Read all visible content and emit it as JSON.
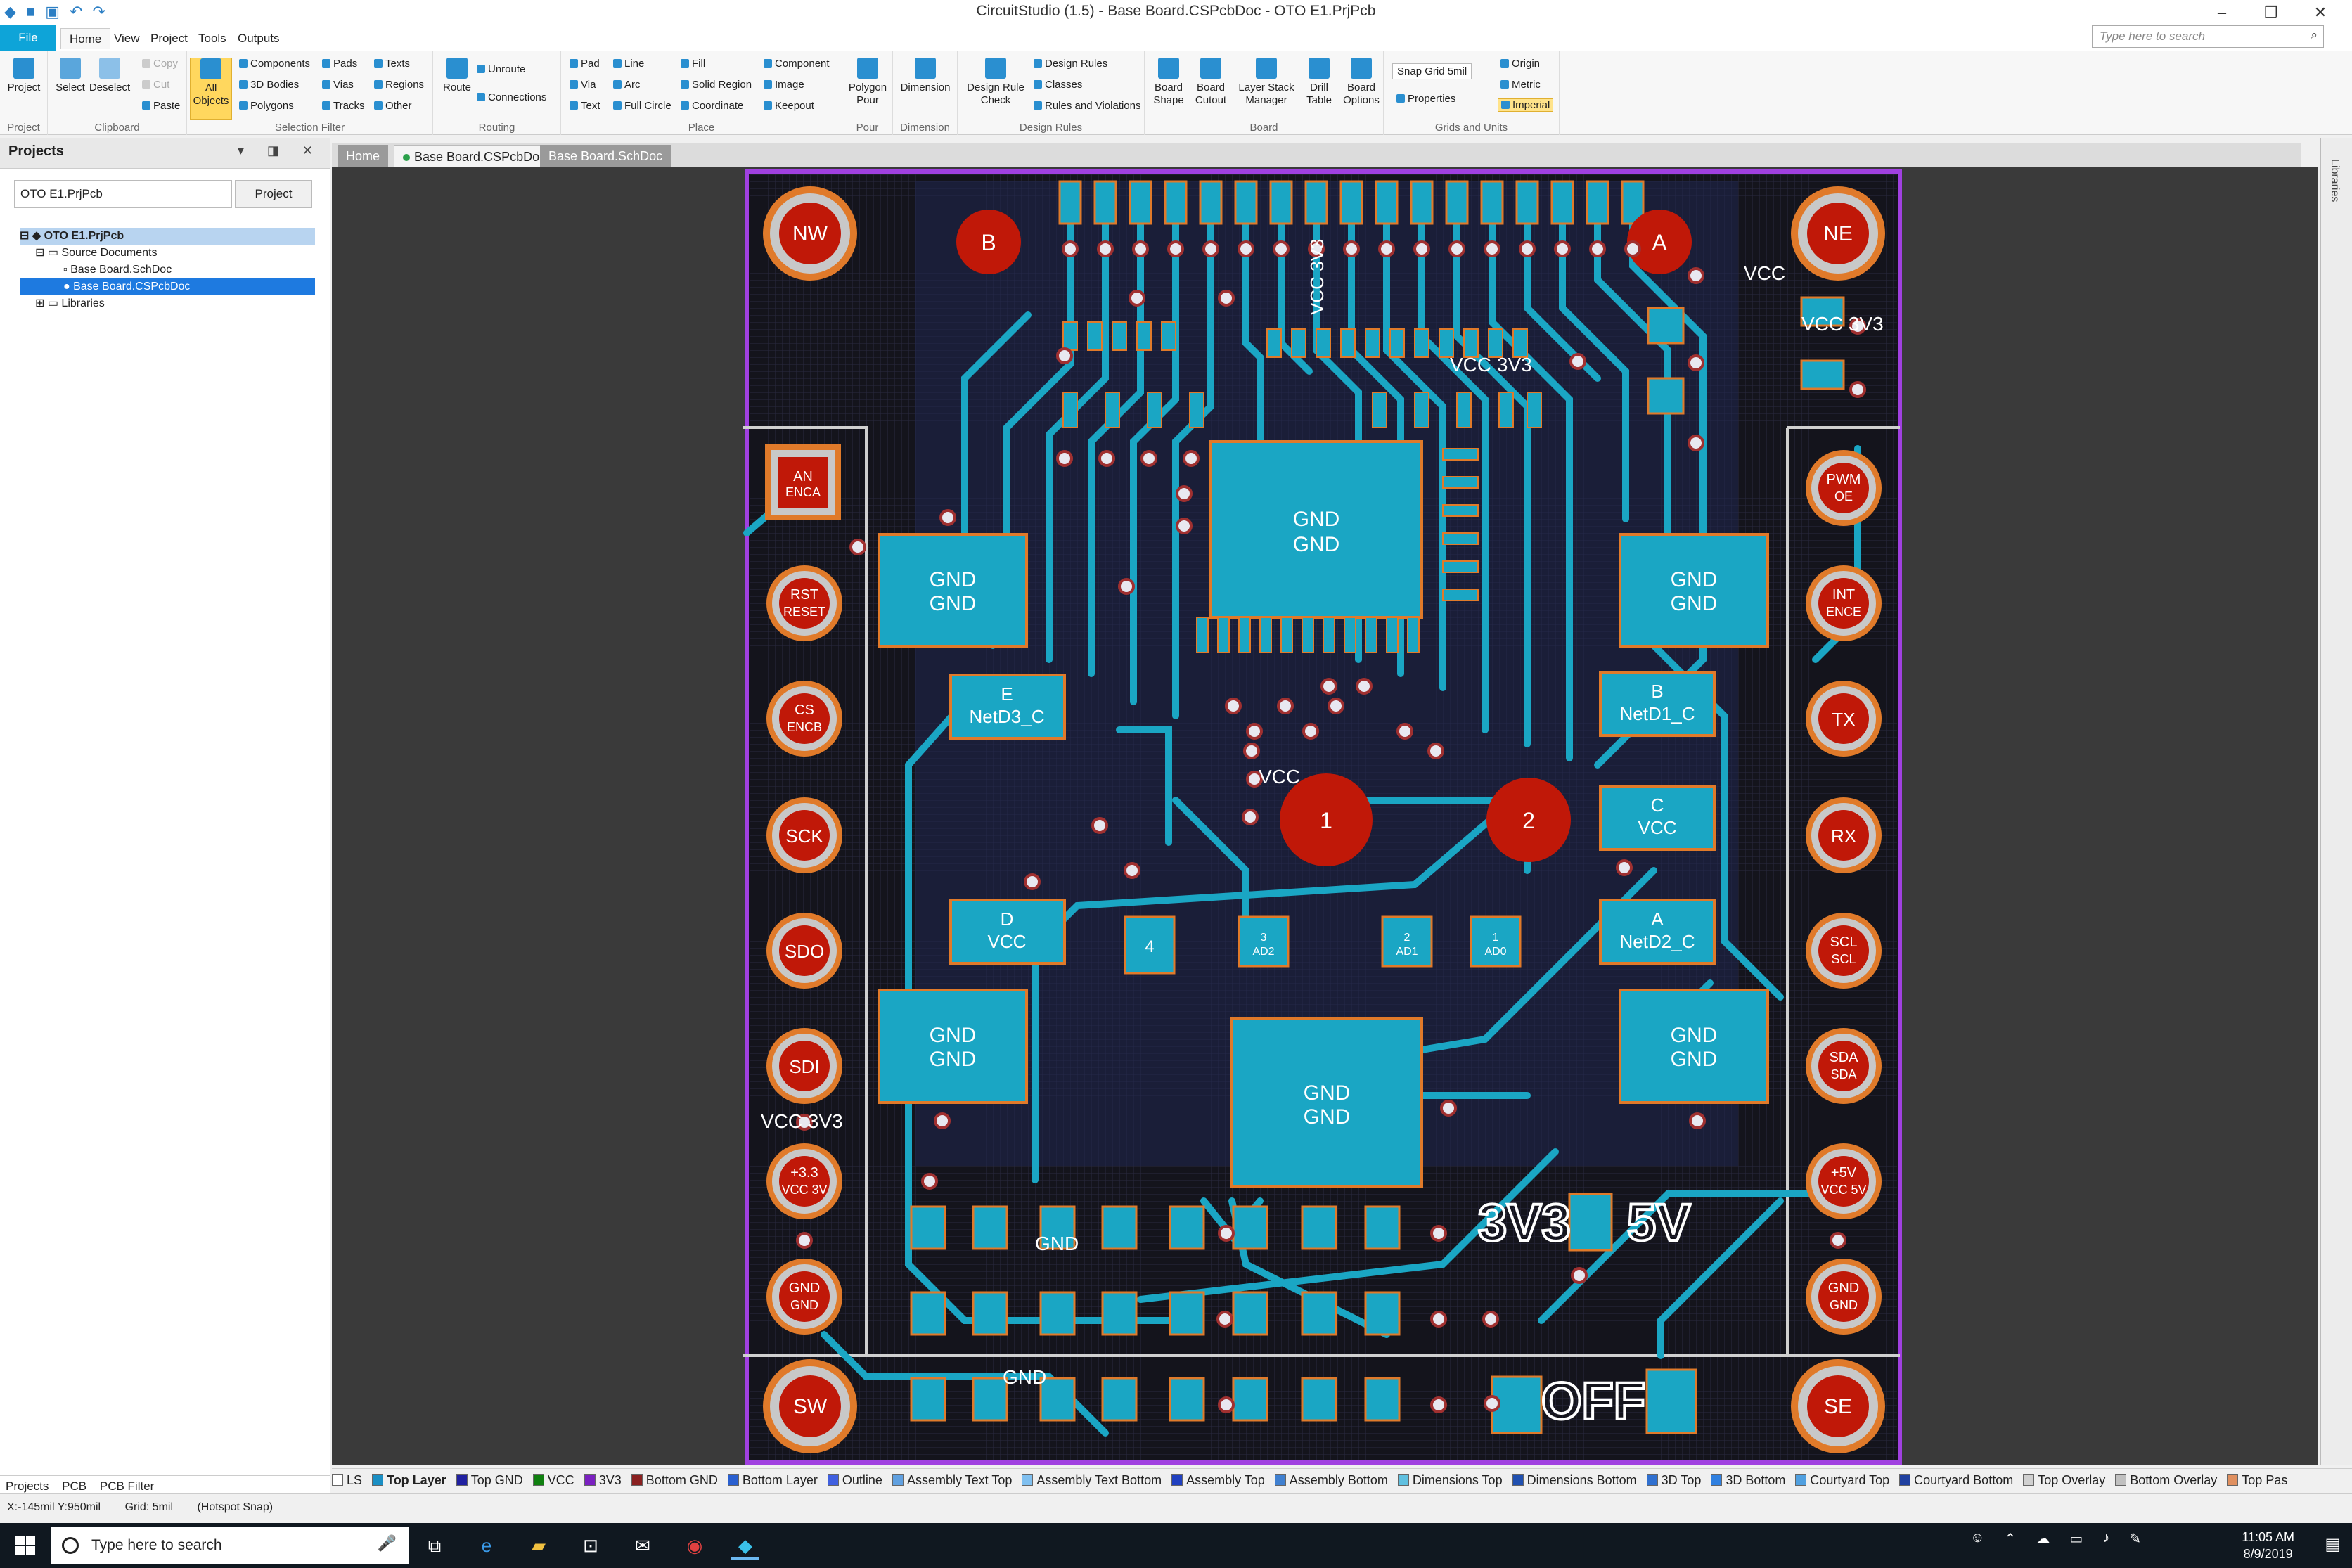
{
  "window": {
    "title": "CircuitStudio (1.5) - Base Board.CSPcbDoc - OTO E1.PrjPcb",
    "minimize": "–",
    "restore": "❐",
    "close": "✕"
  },
  "ribbon_tabs": [
    "File",
    "Home",
    "View",
    "Project",
    "Tools",
    "Outputs"
  ],
  "search": {
    "placeholder": "Type here to search"
  },
  "ribbon": {
    "project": {
      "label": "Project",
      "group": "Project"
    },
    "clipboard": {
      "select": "Select",
      "deselect": "Deselect",
      "copy": "Copy",
      "cut": "Cut",
      "paste": "Paste",
      "group": "Clipboard"
    },
    "selection_filter": {
      "all_objects": "All Objects",
      "components": "Components",
      "bodies": "3D Bodies",
      "polygons": "Polygons",
      "pads": "Pads",
      "vias": "Vias",
      "tracks": "Tracks",
      "texts": "Texts",
      "regions": "Regions",
      "other": "Other",
      "group": "Selection Filter"
    },
    "routing": {
      "route": "Route",
      "unroute": "Unroute",
      "connections": "Connections",
      "group": "Routing"
    },
    "place": {
      "pad": "Pad",
      "via": "Via",
      "text": "Text",
      "line": "Line",
      "arc": "Arc",
      "full_circle": "Full Circle",
      "fill": "Fill",
      "solid_region": "Solid Region",
      "coordinate": "Coordinate",
      "component": "Component",
      "image": "Image",
      "keepout": "Keepout",
      "group": "Place"
    },
    "pour": {
      "polygon_pour": "Polygon Pour",
      "group": "Pour"
    },
    "dimension": {
      "dimension": "Dimension",
      "group": "Dimension"
    },
    "design_rules": {
      "drc": "Design Rule Check",
      "rules": "Design Rules",
      "classes": "Classes",
      "violations": "Rules and Violations",
      "group": "Design Rules"
    },
    "board": {
      "shape": "Board Shape",
      "cutout": "Board Cutout",
      "stack": "Layer Stack Manager",
      "drill": "Drill Table",
      "options": "Board Options",
      "group": "Board"
    },
    "grids": {
      "snap": "Snap Grid 5mil",
      "properties": "Properties",
      "origin": "Origin",
      "metric": "Metric",
      "imperial": "Imperial",
      "group": "Grids and Units"
    }
  },
  "projects_panel": {
    "title": "Projects",
    "controls": "▾ ◨ ✕",
    "project_field": "OTO E1.PrjPcb",
    "project_button": "Project",
    "tree": {
      "root": "OTO E1.PrjPcb",
      "source": "Source Documents",
      "sch": "Base Board.SchDoc",
      "pcb": "Base Board.CSPcbDoc",
      "libs": "Libraries"
    },
    "bottom_tabs": [
      "Projects",
      "PCB",
      "PCB Filter"
    ]
  },
  "doc_tabs": [
    "Home",
    "Base Board.CSPcbDoc",
    "Base Board.SchDoc"
  ],
  "side_strip": "Libraries",
  "pcb": {
    "corner_pads": [
      "NW",
      "NE",
      "SW",
      "SE"
    ],
    "fiducials": [
      "B",
      "A",
      "1",
      "2"
    ],
    "left_pins": [
      [
        "AN",
        "ENCA"
      ],
      [
        "RST",
        "RESET"
      ],
      [
        "CS",
        "ENCB"
      ],
      [
        "SCK",
        ""
      ],
      [
        "SDO",
        ""
      ],
      [
        "SDI",
        ""
      ],
      [
        "+3.3",
        "VCC 3V"
      ],
      [
        "GND",
        "GND"
      ]
    ],
    "right_pins": [
      [
        "PWM",
        "OE"
      ],
      [
        "INT",
        "ENCE"
      ],
      [
        "TX",
        ""
      ],
      [
        "RX",
        ""
      ],
      [
        "SCL",
        "SCL"
      ],
      [
        "SDA",
        "SDA"
      ],
      [
        "+5V",
        "VCC 5V"
      ],
      [
        "GND",
        "GND"
      ]
    ],
    "gnd_label": "GND\nGND",
    "encoders": [
      [
        "E",
        "NetD3_C"
      ],
      [
        "B",
        "NetD1_C"
      ],
      [
        "C",
        "VCC"
      ],
      [
        "D",
        "VCC"
      ],
      [
        "A",
        "NetD2_C"
      ]
    ],
    "pads_small": [
      "3\nAD2",
      "2\nAD1",
      "1\nAD0",
      "4"
    ],
    "silk": {
      "v33": "3V3",
      "v5": "5V",
      "off": "OFF",
      "vcc33": "VCC 3V3",
      "vcc": "VCC",
      "gnd": "GND",
      "vcc3v3_label": "VCC 3V3"
    }
  },
  "layers": [
    {
      "name": "LS",
      "color": "#ffffff"
    },
    {
      "name": "Top Layer",
      "color": "#1a8fc4"
    },
    {
      "name": "Top GND",
      "color": "#2020a0"
    },
    {
      "name": "VCC",
      "color": "#108010"
    },
    {
      "name": "3V3",
      "color": "#7a20c0"
    },
    {
      "name": "Bottom GND",
      "color": "#8a2020"
    },
    {
      "name": "Bottom Layer",
      "color": "#2a60d0"
    },
    {
      "name": "Outline",
      "color": "#4060e0"
    },
    {
      "name": "Assembly Text Top",
      "color": "#60a0e0"
    },
    {
      "name": "Assembly Text Bottom",
      "color": "#80c0f0"
    },
    {
      "name": "Assembly Top",
      "color": "#2040c0"
    },
    {
      "name": "Assembly Bottom",
      "color": "#4080d0"
    },
    {
      "name": "Dimensions Top",
      "color": "#60c0e0"
    },
    {
      "name": "Dimensions Bottom",
      "color": "#2050b0"
    },
    {
      "name": "3D Top",
      "color": "#3070d0"
    },
    {
      "name": "3D Bottom",
      "color": "#3080e0"
    },
    {
      "name": "Courtyard Top",
      "color": "#50a0e0"
    },
    {
      "name": "Courtyard Bottom",
      "color": "#2040a0"
    },
    {
      "name": "Top Overlay",
      "color": "#d0d0d0"
    },
    {
      "name": "Bottom Overlay",
      "color": "#c0c0c0"
    },
    {
      "name": "Top Pas",
      "color": "#e09060"
    }
  ],
  "status": {
    "coords": "X:-145mil Y:950mil",
    "grid": "Grid: 5mil",
    "snap": "(Hotspot Snap)"
  },
  "taskbar": {
    "search": "Type here to search",
    "time": "11:05 AM",
    "date": "8/9/2019"
  }
}
